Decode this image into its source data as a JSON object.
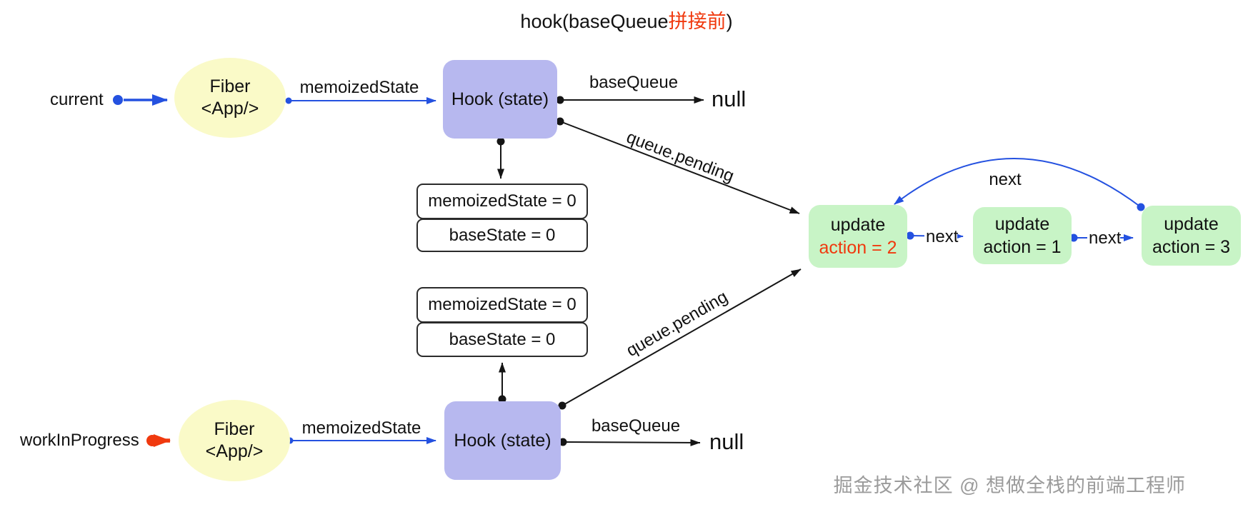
{
  "title": {
    "prefix": "hook(baseQueue",
    "highlight": "拼接前",
    "suffix": ")"
  },
  "colors": {
    "accent_blue": "#2451e0",
    "accent_red": "#f0390e",
    "fiber_yellow": "#fafac8",
    "hook_purple": "#b7b8ef",
    "update_green": "#c8f4c6",
    "watermark_gray": "#9b9b9b"
  },
  "pointers": {
    "current": "current",
    "work_in_progress": "workInProgress"
  },
  "fiber": {
    "top": {
      "line1": "Fiber",
      "line2": "<App/>"
    },
    "bottom": {
      "line1": "Fiber",
      "line2": "<App/>"
    }
  },
  "hooks": {
    "top": "Hook (state)",
    "bottom": "Hook (state)"
  },
  "state_boxes": {
    "top": {
      "memoized": "memoizedState = 0",
      "base": "baseState = 0"
    },
    "bottom": {
      "memoized": "memoizedState = 0",
      "base": "baseState = 0"
    }
  },
  "edges": {
    "memoized_top": "memoizedState",
    "memoized_bottom": "memoizedState",
    "base_queue_top": "baseQueue",
    "base_queue_bottom": "baseQueue",
    "null_top": "null",
    "null_bottom": "null",
    "queue_pending_top": "queue.pending",
    "queue_pending_bottom": "queue.pending",
    "next_1_2": "next",
    "next_2_3": "next",
    "next_loop": "next"
  },
  "updates": [
    {
      "title": "update",
      "action": "action = 2"
    },
    {
      "title": "update",
      "action": "action = 1"
    },
    {
      "title": "update",
      "action": "action = 3"
    }
  ],
  "watermark": "掘金技术社区 @ 想做全栈的前端工程师"
}
